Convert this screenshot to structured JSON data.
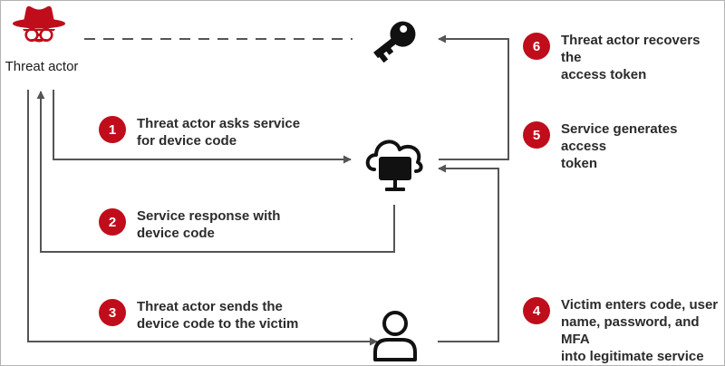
{
  "actor": {
    "label": "Threat actor",
    "icon": "hacker-icon",
    "accent_color": "#c00d1b"
  },
  "icons": {
    "key": "key-icon",
    "service": "cloud-computer-icon",
    "victim": "user-icon",
    "color": "#111111"
  },
  "steps": [
    {
      "number": "1",
      "lines": [
        "Threat actor asks service",
        "for device code"
      ]
    },
    {
      "number": "2",
      "lines": [
        "Service response with",
        "device code"
      ]
    },
    {
      "number": "3",
      "lines": [
        "Threat actor sends the",
        "device code to the victim"
      ]
    },
    {
      "number": "4",
      "lines": [
        "Victim enters code, user",
        "name, password, and MFA",
        "into legitimate service"
      ]
    },
    {
      "number": "5",
      "lines": [
        "Service generates access",
        "token"
      ]
    },
    {
      "number": "6",
      "lines": [
        "Threat actor recovers the",
        "access token"
      ]
    }
  ]
}
